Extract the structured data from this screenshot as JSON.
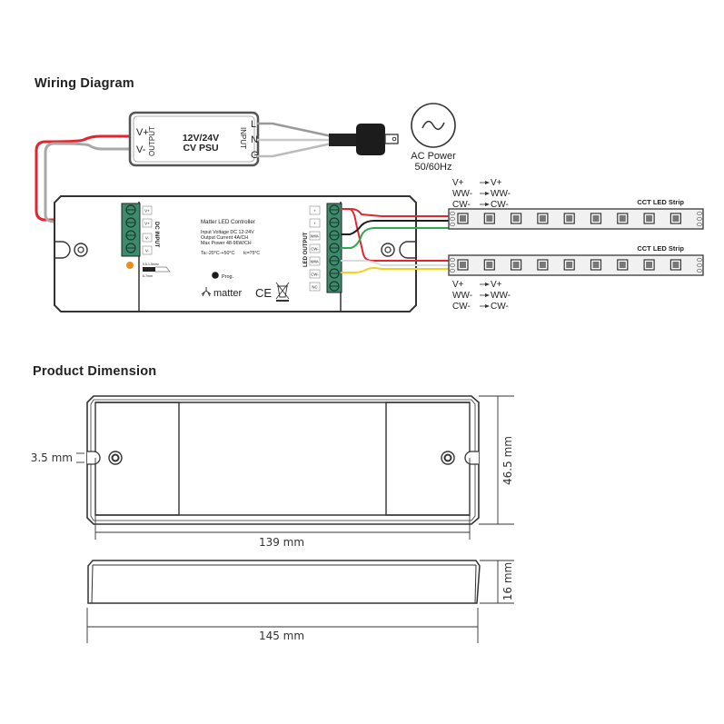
{
  "wiring": {
    "title": "Wiring Diagram",
    "psu": {
      "title_line1": "12V/24V",
      "title_line2": "CV PSU",
      "output_label": "OUTPUT",
      "input_label": "INPUT",
      "out_terminals": [
        "V+",
        "V-"
      ],
      "in_terminals": [
        "L",
        "N",
        "G"
      ]
    },
    "ac_power": {
      "label_line1": "AC Power",
      "label_line2": "50/60Hz"
    },
    "controller": {
      "name": "Matter LED Controller",
      "spec1": "Input Voltage DC 12-24V",
      "spec2": "Output Current 4A/CH",
      "spec3": "Max Power 48-96W/CH",
      "temp": "Ta:-20°C-+50°C",
      "tc": "tc=75°C",
      "prog": "Prog.",
      "brand": "matter",
      "ce": "CE",
      "dc_input_label": "DC INPUT",
      "led_output_label": "LED OUTPUT",
      "input_terminals": [
        "V+",
        "V+",
        "V-",
        "V-"
      ],
      "output_terminals": [
        "+",
        "+",
        "WW-",
        "CW-",
        "WW-",
        "CW-",
        "NC"
      ],
      "strip_gauge_top": "0.5-1.5mm²",
      "strip_gauge_bottom": "6-7mm"
    },
    "strips": [
      {
        "label": "CCT LED Strip",
        "map": [
          [
            "V+",
            "V+"
          ],
          [
            "WW-",
            "WW-"
          ],
          [
            "CW-",
            "CW-"
          ]
        ],
        "leds": 9
      },
      {
        "label": "CCT LED Strip",
        "map": [
          [
            "V+",
            "V+"
          ],
          [
            "WW-",
            "WW-"
          ],
          [
            "CW-",
            "CW-"
          ]
        ],
        "leds": 9
      }
    ],
    "wire_colors": {
      "positive": "#e3262e",
      "negative_gray": "#a8a8a8",
      "black": "#1e1e1e",
      "green": "#2daa4e",
      "white": "#dcdcdc",
      "yellow": "#f2d21d",
      "terminal": "#3d8a6e",
      "status_led": "#f08a1c"
    }
  },
  "dimension": {
    "title": "Product Dimension",
    "hole": "3.5 mm",
    "height": "46.5 mm",
    "inner_length": "139 mm",
    "thickness": "16 mm",
    "total_length": "145 mm"
  }
}
